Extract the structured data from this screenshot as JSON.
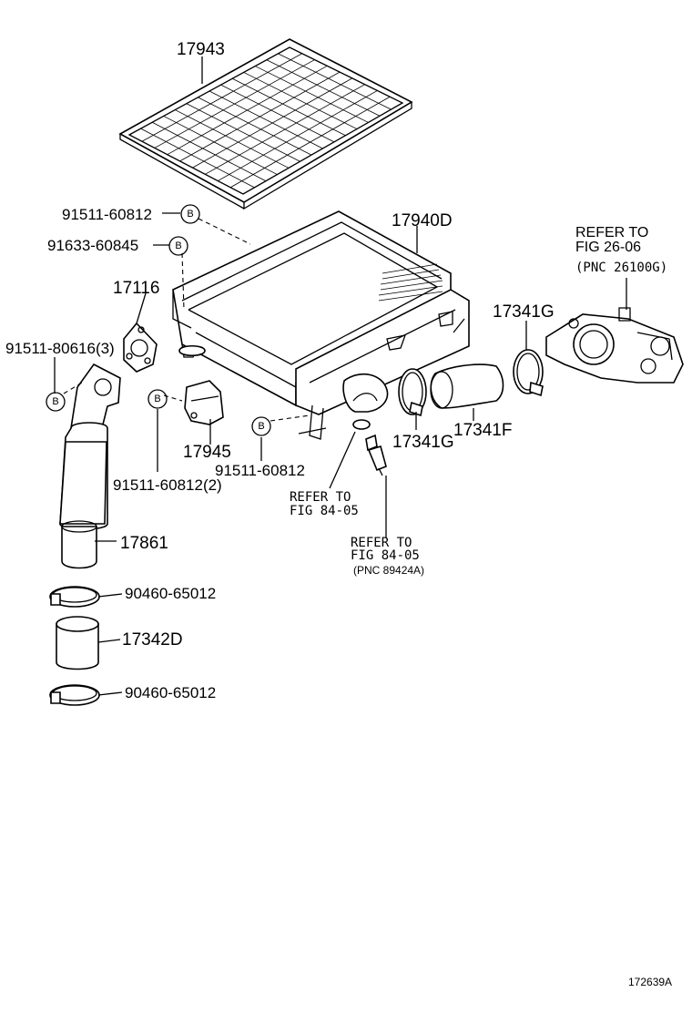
{
  "diagram": {
    "labels": {
      "p17943": "17943",
      "p17940d": "17940D",
      "p91511_60812_top": "91511-60812",
      "p91633_60845": "91633-60845",
      "p17116": "17116",
      "p91511_80616": "91511-80616(3)",
      "p17945": "17945",
      "p91511_60812_2": "91511-60812(2)",
      "p91511_60812_mid": "91511-60812",
      "p17341g_top": "17341G",
      "p17341g_mid": "17341G",
      "p17341f": "17341F",
      "p17861": "17861",
      "p90460_top": "90460-65012",
      "p17342d": "17342D",
      "p90460_bot": "90460-65012"
    },
    "refs": {
      "ref26_l1": "REFER TO",
      "ref26_l2": "FIG 26-06",
      "ref26_l3": "(PNC 26100G)",
      "ref84a_l1": "REFER TO",
      "ref84a_l2": "FIG 84-05",
      "ref84b_l1": "REFER TO",
      "ref84b_l2": "FIG 84-05",
      "ref84b_l3": "(PNC 89424A)"
    },
    "bolt_marker": "B",
    "drawing_code": "172639A"
  }
}
